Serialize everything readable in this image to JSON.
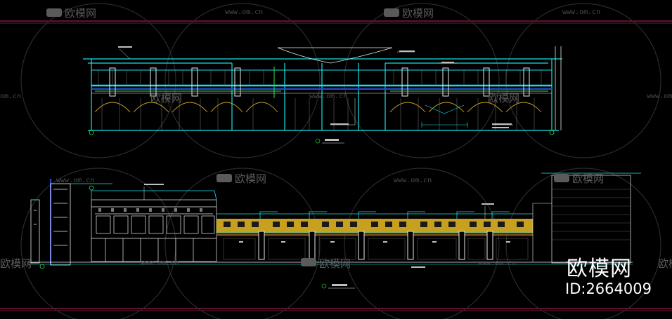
{
  "watermark": {
    "brand": "欧模网",
    "url": "www.om.cn",
    "url_short": "om.cn"
  },
  "corner_brand": {
    "name": "欧模网",
    "id": "ID:2664009"
  },
  "colors": {
    "background": "#000000",
    "frame": "#c0206a",
    "cyan": "#19e0e6",
    "teal": "#15a8a8",
    "green": "#2ee64a",
    "white": "#e8e8e8",
    "gold": "#c8a020",
    "brown": "#7a4a1e",
    "blue": "#2a4ad8",
    "watermark": "#5a5a5a"
  }
}
